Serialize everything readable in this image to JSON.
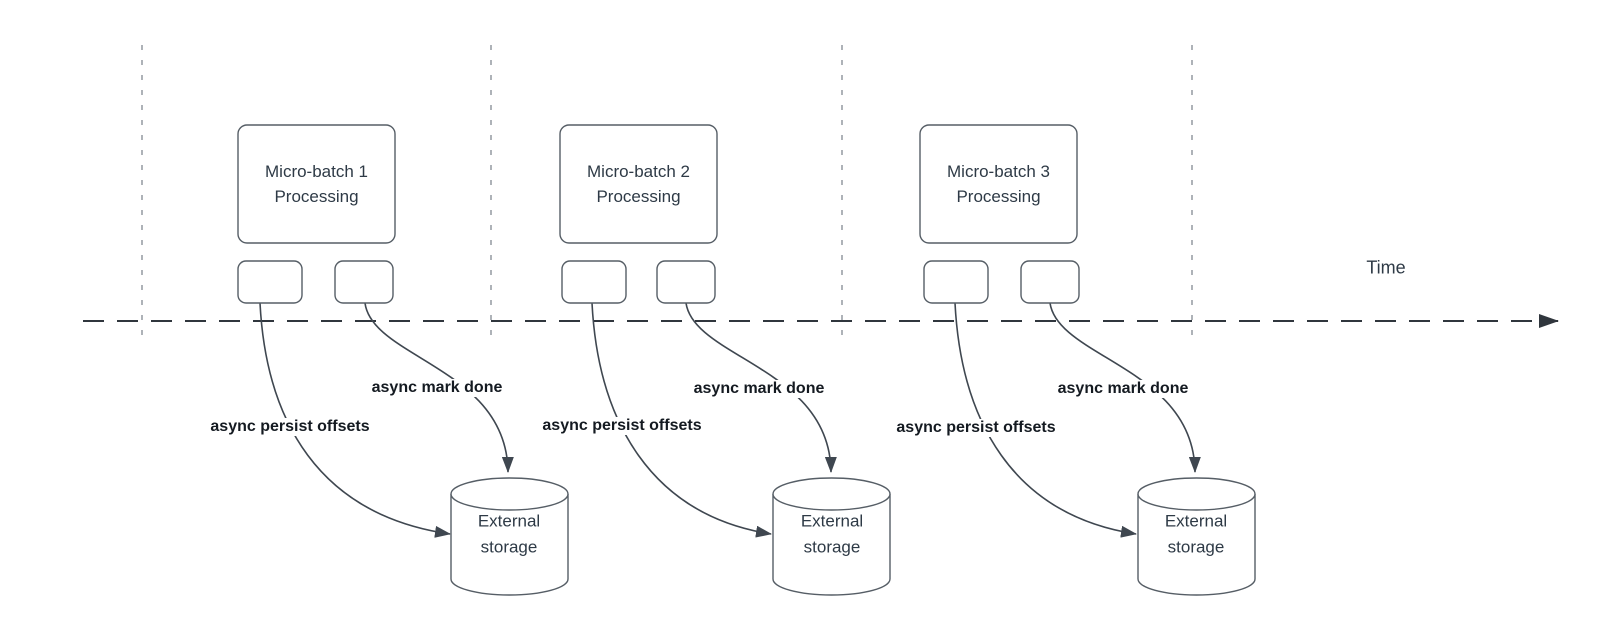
{
  "diagram": {
    "time_label": "Time",
    "batches": [
      {
        "title": "Micro-batch 1 Processing",
        "persist_label": "async persist offsets",
        "done_label": "async mark done",
        "storage_label": "External storage"
      },
      {
        "title": "Micro-batch 2 Processing",
        "persist_label": "async persist offsets",
        "done_label": "async mark done",
        "storage_label": "External storage"
      },
      {
        "title": "Micro-batch 3 Processing",
        "persist_label": "async persist offsets",
        "done_label": "async mark done",
        "storage_label": "External storage"
      }
    ]
  },
  "colors": {
    "line": "#3f4750",
    "guide": "#9aa0a6",
    "timeline": "#30363d",
    "box_stroke": "#565e66",
    "text": "#2e3a46",
    "label_text": "#141a21"
  }
}
